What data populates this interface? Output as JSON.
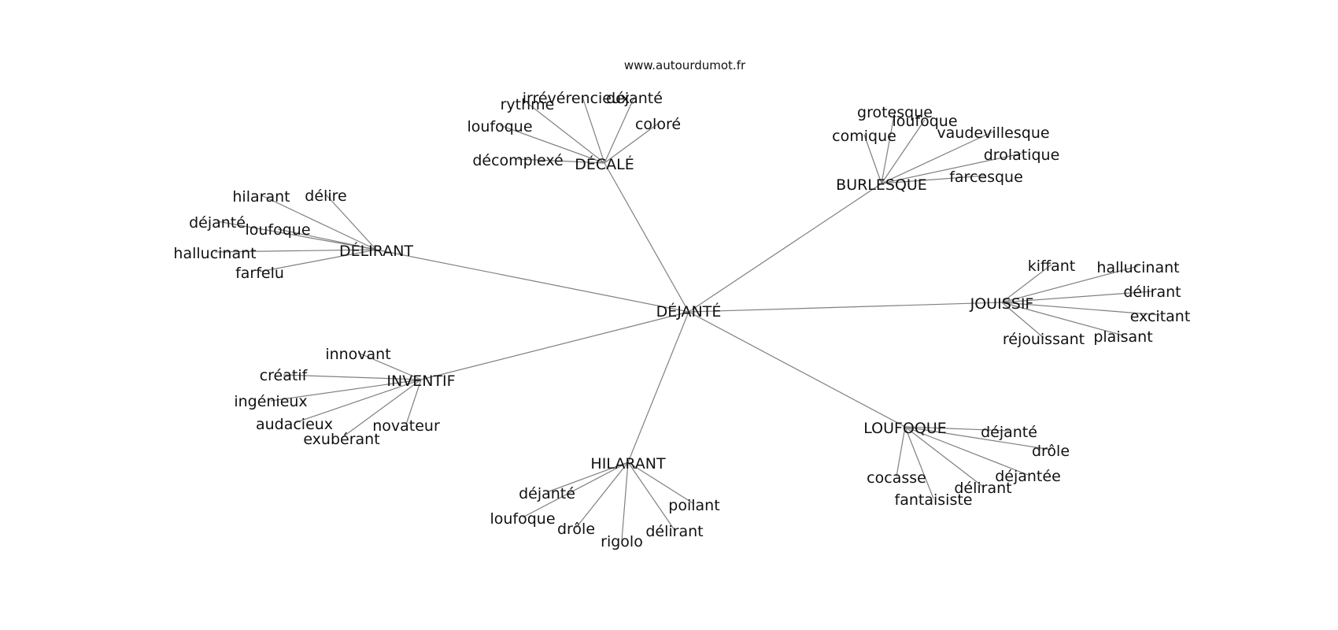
{
  "site": "www.autourdumot.fr",
  "center": "DÉJANTÉ",
  "groups": [
    {
      "hub": "DÉCALÉ",
      "leaves": [
        "irrévérencieux",
        "déjanté",
        "rythme",
        "coloré",
        "loufoque",
        "décomplexé"
      ]
    },
    {
      "hub": "BURLESQUE",
      "leaves": [
        "grotesque",
        "loufoque",
        "comique",
        "vaudevillesque",
        "drolatique",
        "farcesque"
      ]
    },
    {
      "hub": "DÉLIRANT",
      "leaves": [
        "hilarant",
        "délire",
        "déjanté",
        "loufoque",
        "hallucinant",
        "farfelu"
      ]
    },
    {
      "hub": "JOUISSIF",
      "leaves": [
        "kiffant",
        "hallucinant",
        "délirant",
        "excitant",
        "plaisant",
        "réjouissant"
      ]
    },
    {
      "hub": "INVENTIF",
      "leaves": [
        "innovant",
        "créatif",
        "ingénieux",
        "audacieux",
        "novateur",
        "exubérant"
      ]
    },
    {
      "hub": "LOUFOQUE",
      "leaves": [
        "déjanté",
        "drôle",
        "déjantée",
        "cocasse",
        "délirant",
        "fantaisiste"
      ]
    },
    {
      "hub": "HILARANT",
      "leaves": [
        "déjanté",
        "poilant",
        "loufoque",
        "drôle",
        "délirant",
        "rigolo"
      ]
    }
  ]
}
